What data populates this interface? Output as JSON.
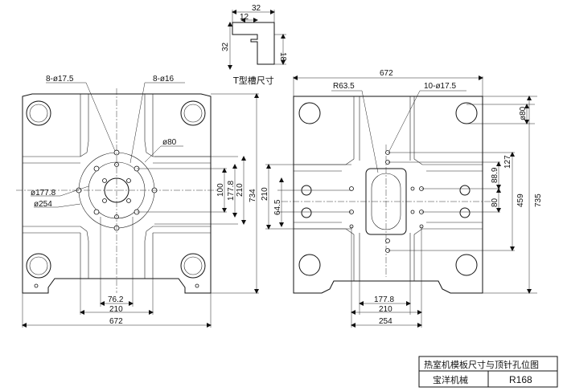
{
  "t_slot": {
    "label": "T型槽尺寸",
    "dim_top": "32",
    "dim_inner": "12",
    "dim_left": "32",
    "dim_right": "18"
  },
  "left_plate": {
    "hole_a": "8-ø17.5",
    "hole_b": "8-ø16",
    "d80": "ø80",
    "d177": "ø177.8",
    "d254": "ø254",
    "v100": "100",
    "v177": "177.8",
    "v210": "210",
    "v734": "734",
    "b762": "76.2",
    "b210": "210",
    "b672": "672"
  },
  "right_plate": {
    "top672": "672",
    "r63": "R63.5",
    "holes": "10-ø17.5",
    "d80": "ø80",
    "v88": "88.9",
    "v127": "127",
    "v459": "459",
    "v735": "735",
    "v80": "80",
    "l210": "210",
    "l64": "64.5",
    "b177": "177.8",
    "b210": "210",
    "b254": "254"
  },
  "title_block": {
    "title": "热室机模板尺寸与顶针孔位图",
    "company": "宝洋机械",
    "model": "R168"
  }
}
